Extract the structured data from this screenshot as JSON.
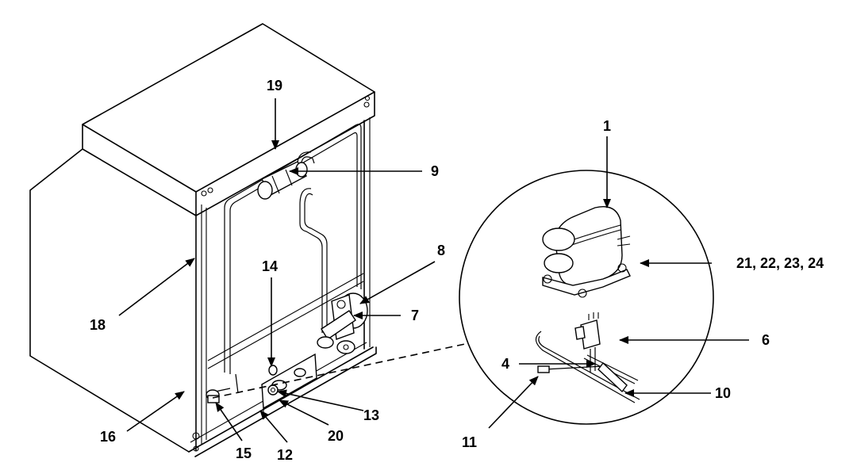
{
  "callouts": {
    "c1": "1",
    "c4": "4",
    "c6": "6",
    "c7": "7",
    "c8": "8",
    "c9": "9",
    "c10": "10",
    "c11": "11",
    "c12": "12",
    "c13": "13",
    "c14": "14",
    "c15": "15",
    "c16": "16",
    "c18": "18",
    "c19": "19",
    "c20": "20",
    "c21": "21, 22, 23, 24"
  }
}
